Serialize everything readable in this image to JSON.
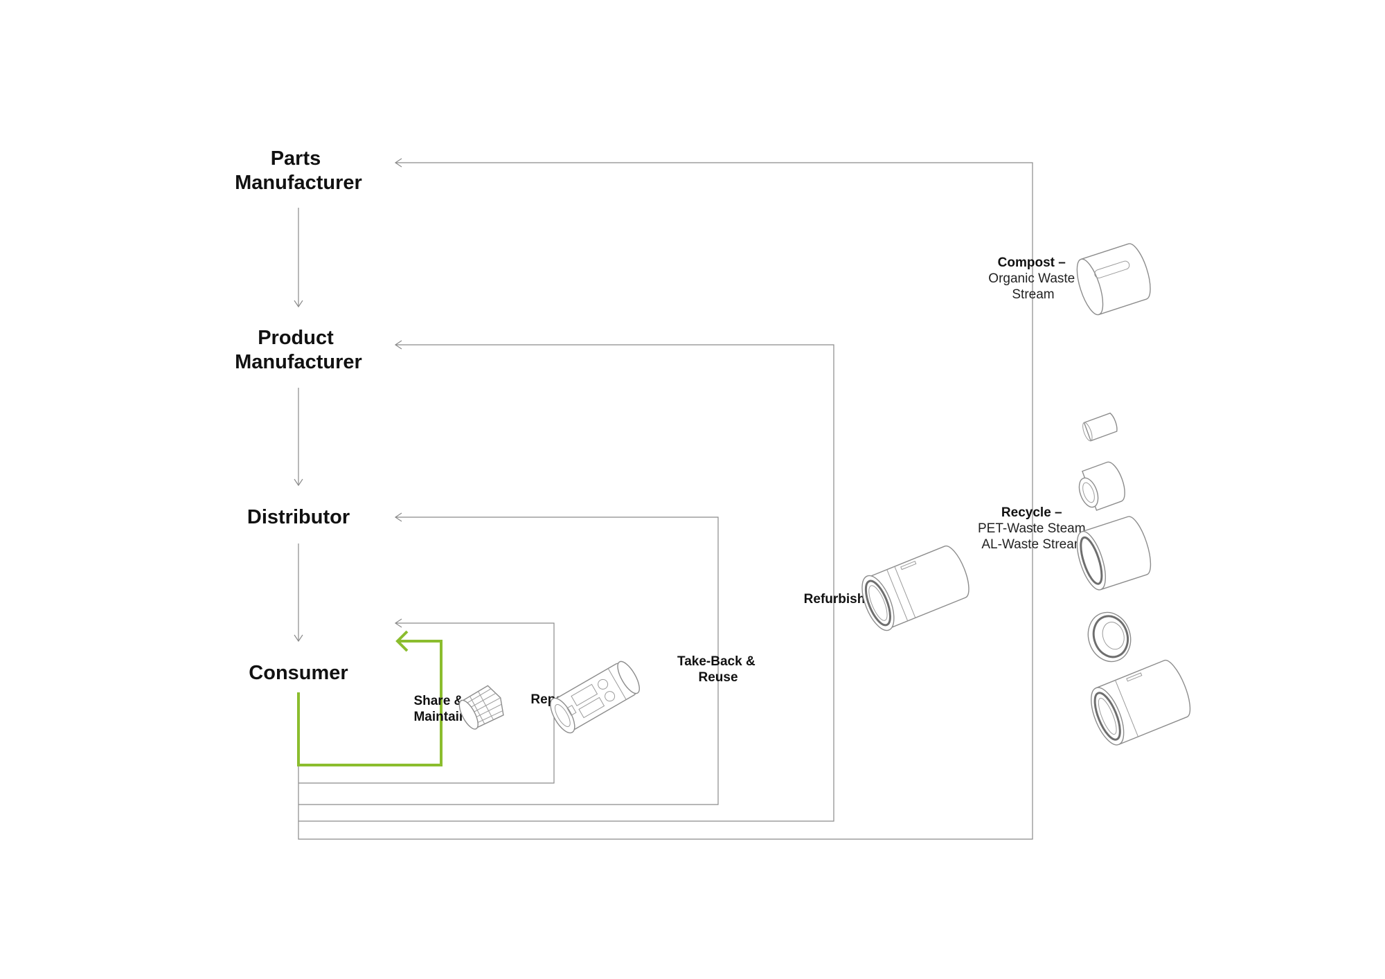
{
  "stages": {
    "parts_manufacturer": [
      "Parts",
      "Manufacturer"
    ],
    "product_manufacturer": [
      "Product",
      "Manufacturer"
    ],
    "distributor": [
      "Distributor"
    ],
    "consumer": [
      "Consumer"
    ]
  },
  "loops": {
    "share_maintain": [
      "Share &",
      "Maintain"
    ],
    "repair": [
      "Repair"
    ],
    "take_back_reuse": [
      "Take-Back &",
      "Reuse"
    ],
    "refurbish": [
      "Refurbish"
    ]
  },
  "end_of_life": {
    "compost": {
      "title": "Compost –",
      "lines": [
        "Organic Waste",
        "Stream"
      ]
    },
    "recycle": {
      "title": "Recycle –",
      "lines": [
        "PET-Waste Steam",
        "AL-Waste Stream"
      ]
    }
  },
  "icons": [
    "brush-head-icon",
    "repair-device-icon",
    "refurbish-tube-icon",
    "compost-sleeve-icon",
    "recycle-parts-icon"
  ],
  "colors": {
    "highlight": "#8bbd2e",
    "line": "#8a8a8a",
    "text": "#111111"
  }
}
